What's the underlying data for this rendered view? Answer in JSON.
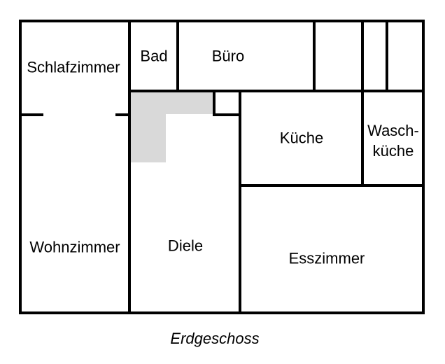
{
  "diagram": {
    "type": "floor-plan",
    "caption": "Erdgeschoss",
    "colors": {
      "wall": "#000000",
      "stairs_fill": "#d9d9d9",
      "background": "#ffffff",
      "text": "#000000"
    },
    "rooms": {
      "schlafzimmer": "Schlafzimmer",
      "bad": "Bad",
      "buero": "Büro",
      "kueche": "Küche",
      "waschkueche_line1": "Wasch-",
      "waschkueche_line2": "küche",
      "wohnzimmer": "Wohnzimmer",
      "diele": "Diele",
      "esszimmer": "Esszimmer"
    }
  }
}
